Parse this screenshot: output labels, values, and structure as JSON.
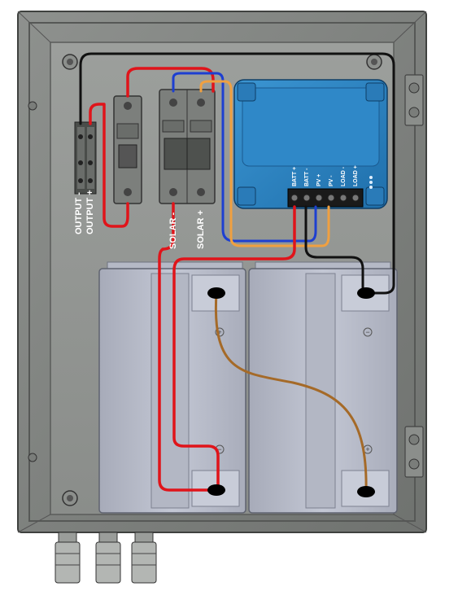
{
  "colors": {
    "wire_red": "#e0141a",
    "wire_black": "#111111",
    "wire_blue": "#1d3fd1",
    "wire_orange": "#f0a040",
    "wire_brown": "#a56a28",
    "controller": "#2e86c4"
  },
  "labels": {
    "output_neg": "OUTPUT -",
    "output_pos": "OUTPUT +",
    "solar_neg": "SOLAR -",
    "solar_pos": "SOLAR +"
  },
  "controller": {
    "terminals": [
      "BATT +",
      "BATT -",
      "PV +",
      "PV -",
      "LOAD -",
      "LOAD +"
    ]
  },
  "battery": {
    "left_top_mark": "+",
    "left_bottom_mark": "−",
    "right_top_mark": "−",
    "right_bottom_mark": "+"
  }
}
